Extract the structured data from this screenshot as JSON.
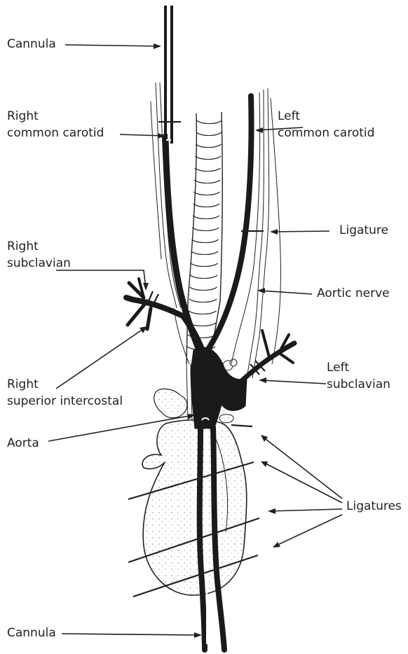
{
  "labels": {
    "cannula_top": "Cannula",
    "right_common_carotid_1": "Right",
    "right_common_carotid_2": "common carotid",
    "left_common_carotid_1": "Left",
    "left_common_carotid_2": "common carotid",
    "ligature": "Ligature",
    "right_subclavian_1": "Right",
    "right_subclavian_2": "subclavian",
    "aortic_nerve": "Aortic nerve",
    "right_superior_intercostal_1": "Right",
    "right_superior_intercostal_2": "superior intercostal",
    "left_subclavian_1": "Left",
    "left_subclavian_2": "subclavian",
    "aorta": "Aorta",
    "ligatures": "Ligatures",
    "cannula_bottom": "Cannula"
  },
  "colors": {
    "ink": "#231f20",
    "vessel": "#1a1a1a",
    "background": "#ffffff"
  }
}
